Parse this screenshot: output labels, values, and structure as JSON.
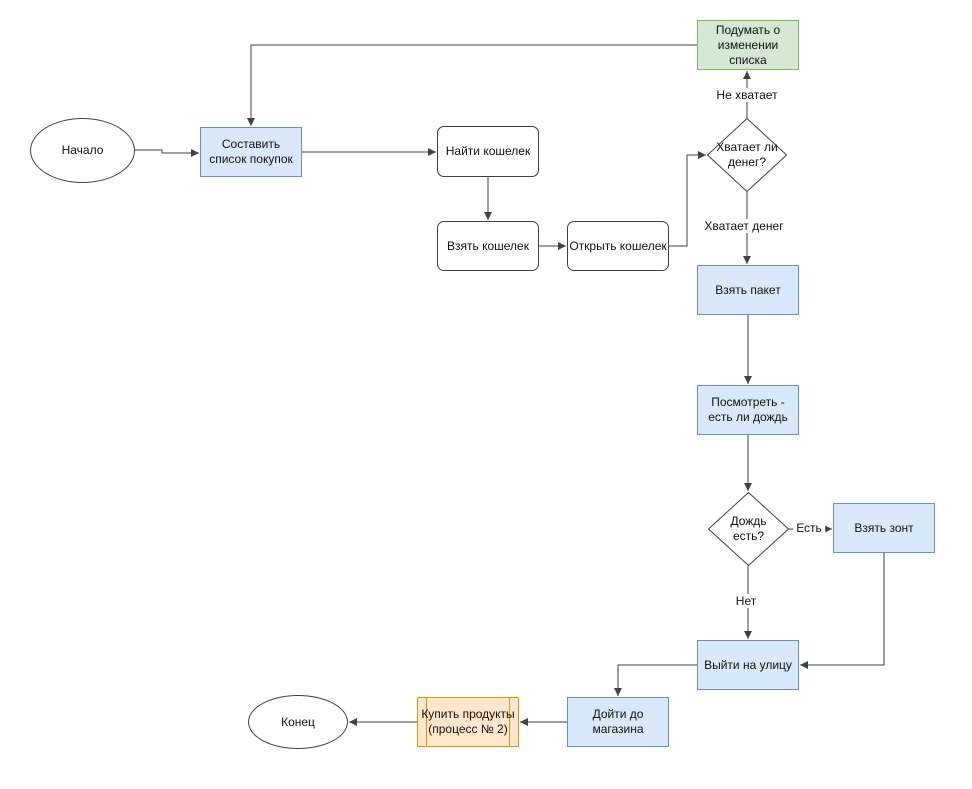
{
  "diagram": {
    "nodes": {
      "start": {
        "label": "Начало",
        "shape": "ellipse"
      },
      "make_list": {
        "label": "Составить список покупок",
        "shape": "process"
      },
      "find_wallet": {
        "label": "Найти кошелек",
        "shape": "rounded"
      },
      "take_wallet": {
        "label": "Взять кошелек",
        "shape": "rounded"
      },
      "open_wallet": {
        "label": "Открыть кошелек",
        "shape": "rounded"
      },
      "enough_money": {
        "label": "Хватает ли денег?",
        "shape": "decision"
      },
      "rethink_list": {
        "label": "Подумать о изменении списка",
        "shape": "process"
      },
      "take_bag": {
        "label": "Взять пакет",
        "shape": "process"
      },
      "check_rain": {
        "label": "Посмотреть - есть ли дождь",
        "shape": "process"
      },
      "rain_decision": {
        "label": "Дождь есть?",
        "shape": "decision"
      },
      "take_umbrella": {
        "label": "Взять зонт",
        "shape": "process"
      },
      "go_outside": {
        "label": "Выйти на улицу",
        "shape": "process"
      },
      "walk_to_store": {
        "label": "Дойти до магазина",
        "shape": "process"
      },
      "buy_products": {
        "label": "Купить продукты (процесс № 2)",
        "shape": "predefined-process"
      },
      "end": {
        "label": "Конец",
        "shape": "ellipse"
      }
    },
    "edge_labels": {
      "not_enough": "Не хватает",
      "enough": "Хватает денег",
      "rain_yes": "Есть",
      "rain_no": "Нет"
    },
    "colors": {
      "canvas_bg": "#ffffff",
      "blue_fill": "#dae8fc",
      "blue_border": "#6c8ebf",
      "green_fill": "#d5e8d4",
      "green_border": "#82b366",
      "orange_fill": "#ffe6cc",
      "orange_border": "#d79b00",
      "shape_border": "#424242",
      "line": "#424242"
    }
  }
}
